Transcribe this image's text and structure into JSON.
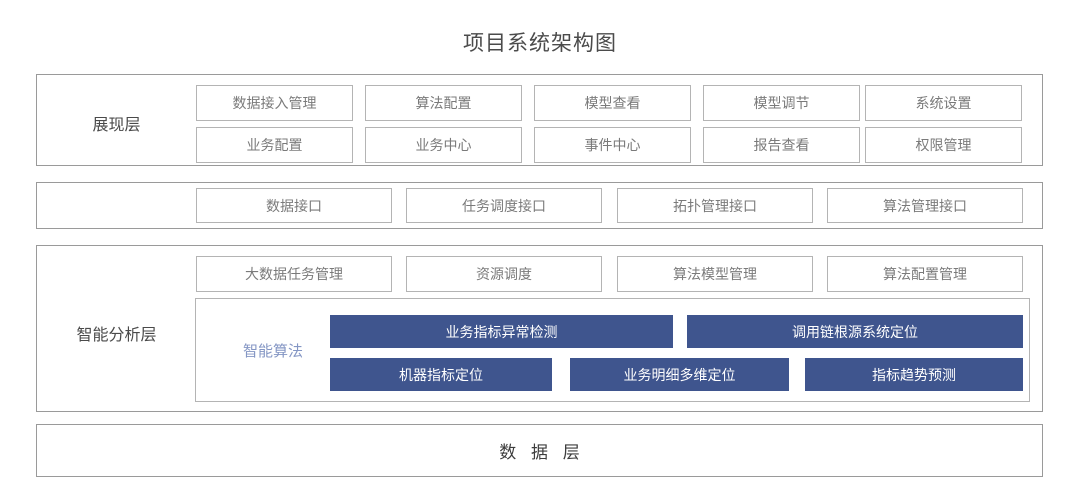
{
  "title": "项目系统架构图",
  "colors": {
    "accent_blue": "#3f558e",
    "algo_label_blue": "#8496c4",
    "border_outer": "#9a9a9a",
    "border_cell": "#b4b4b4",
    "text_dark": "#4a4a4a",
    "text_cell": "#7a7a7a"
  },
  "layers": [
    {
      "id": "presentation",
      "label": "展现层",
      "rows": [
        [
          "数据接入管理",
          "算法配置",
          "模型查看",
          "模型调节",
          "系统设置"
        ],
        [
          "业务配置",
          "业务中心",
          "事件中心",
          "报告查看",
          "权限管理"
        ]
      ]
    },
    {
      "id": "interface",
      "label": "",
      "rows": [
        [
          "数据接口",
          "任务调度接口",
          "拓扑管理接口",
          "算法管理接口"
        ]
      ]
    },
    {
      "id": "analysis",
      "label": "智能分析层",
      "rows": [
        [
          "大数据任务管理",
          "资源调度",
          "算法模型管理",
          "算法配置管理"
        ]
      ],
      "algo_panel": {
        "label": "智能算法",
        "rows": [
          [
            "业务指标异常检测",
            "调用链根源系统定位"
          ],
          [
            "机器指标定位",
            "业务明细多维定位",
            "指标趋势预测"
          ]
        ]
      }
    },
    {
      "id": "data",
      "label": "数 据 层",
      "rows": []
    }
  ]
}
